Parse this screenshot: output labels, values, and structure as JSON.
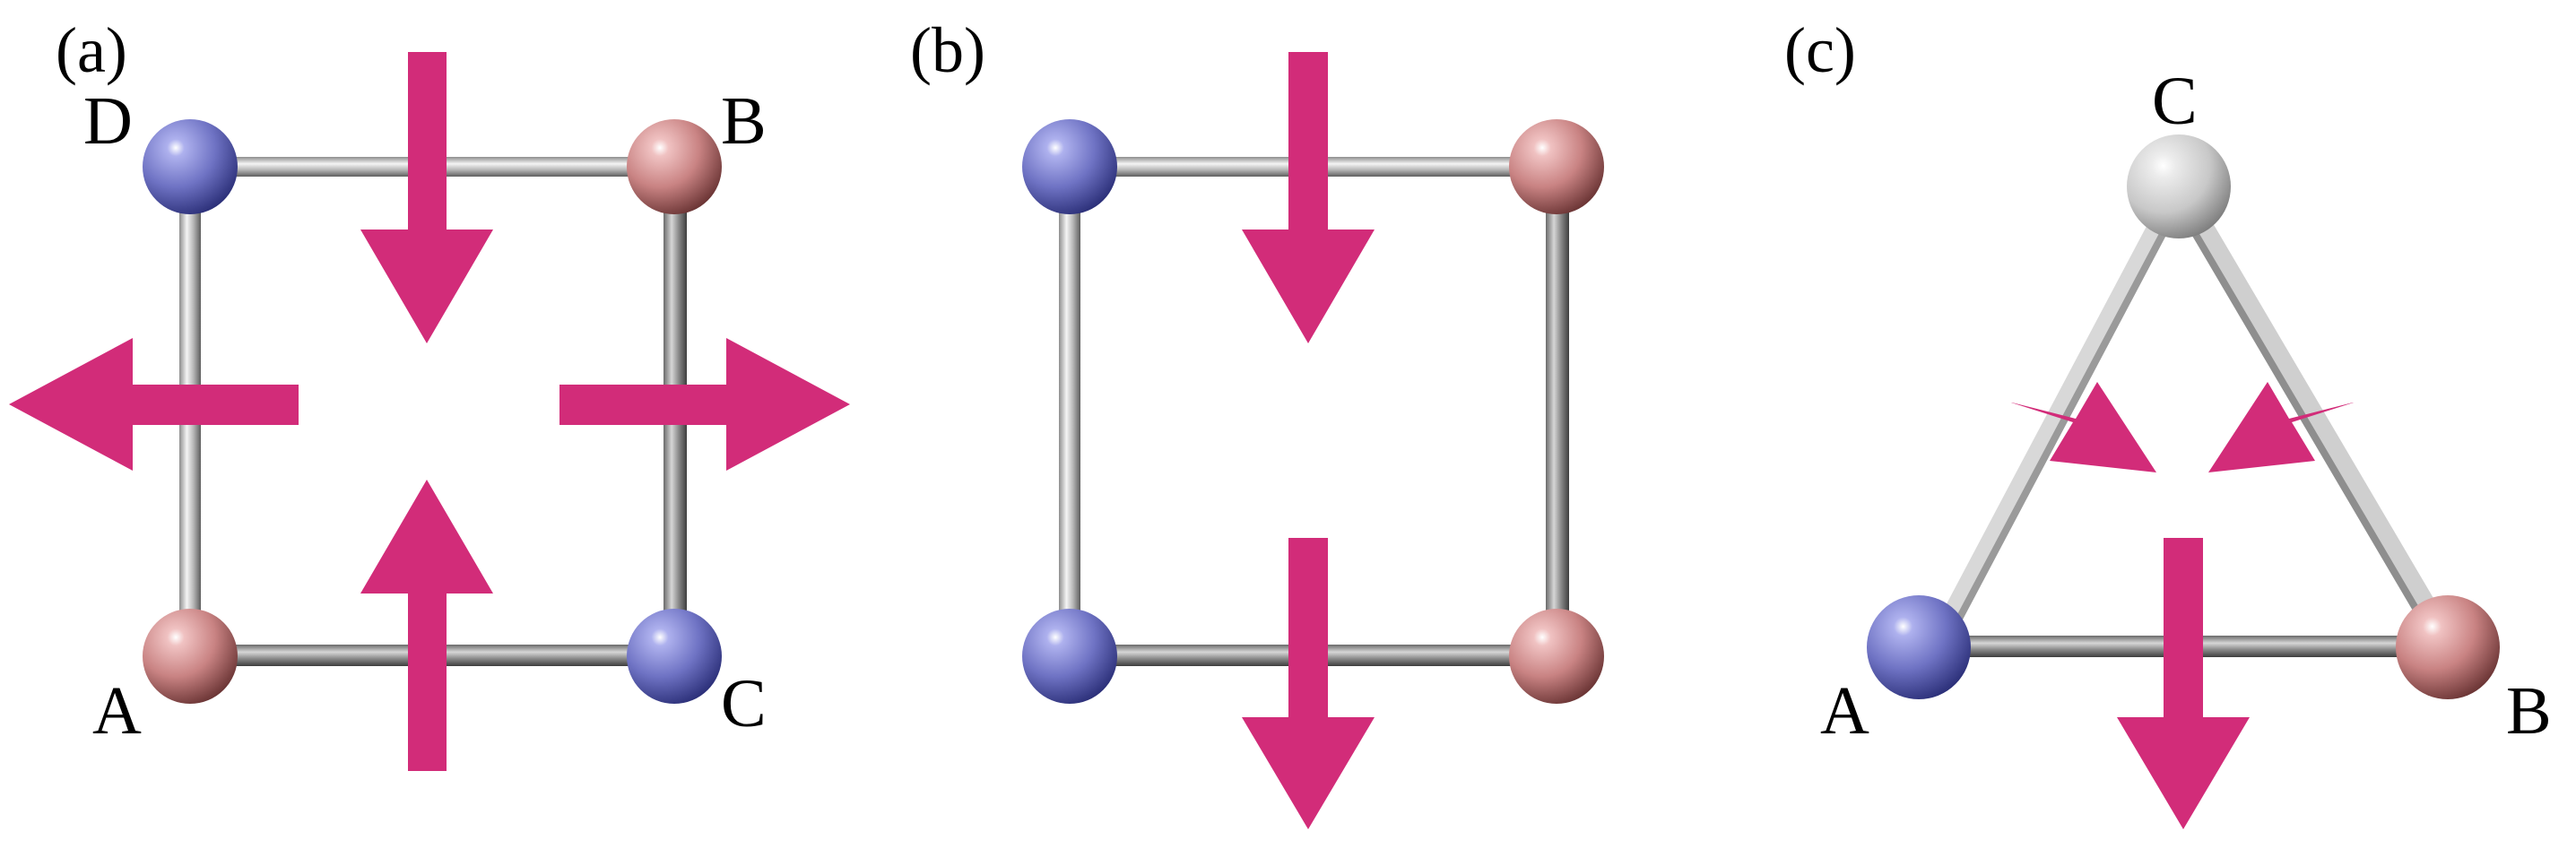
{
  "colors": {
    "arrow": "#d22c79",
    "bond_light": "#f4f4f4",
    "bond_mid": "#b8b8b8",
    "bond_dark": "#6e6e6e",
    "atom_blue": "#6f73c4",
    "atom_blue_dark": "#2b2f78",
    "atom_pink": "#c98383",
    "atom_pink_dark": "#6a3434",
    "atom_gray": "#c8c8c8",
    "atom_gray_dark": "#7d7d7d"
  },
  "panels": {
    "a": {
      "label": "(a)",
      "atom_labels": {
        "D": "D",
        "B": "B",
        "A": "A",
        "C": "C"
      }
    },
    "b": {
      "label": "(b)"
    },
    "c": {
      "label": "(c)",
      "atom_labels": {
        "C": "C",
        "A": "A",
        "B": "B"
      }
    }
  }
}
